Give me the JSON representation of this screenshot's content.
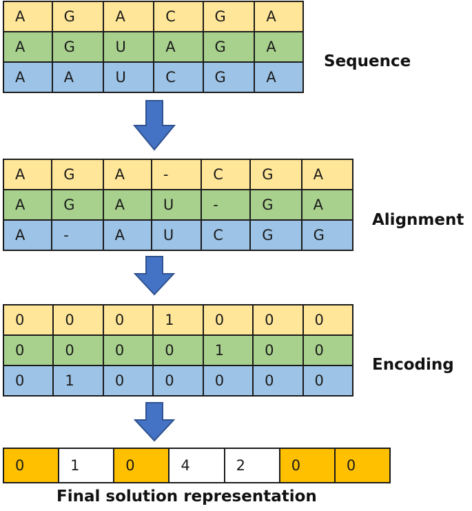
{
  "colors": {
    "yellow": "#ffe699",
    "green": "#a9d18e",
    "blue": "#9dc3e6",
    "arrow": "#4472c4",
    "arrow_border": "#2f528f",
    "highlight": "#ffc000"
  },
  "sequence": {
    "label": "Sequence",
    "rows": [
      [
        "A",
        "G",
        "A",
        "C",
        "G",
        "A"
      ],
      [
        "A",
        "G",
        "U",
        "A",
        "G",
        "A"
      ],
      [
        "A",
        "A",
        "U",
        "C",
        "G",
        "A"
      ]
    ]
  },
  "alignment": {
    "label": "Alignment",
    "rows": [
      [
        "A",
        "G",
        "A",
        "-",
        "C",
        "G",
        "A"
      ],
      [
        "A",
        "G",
        "A",
        "U",
        "-",
        "G",
        "A"
      ],
      [
        "A",
        "-",
        "A",
        "U",
        "C",
        "G",
        "G"
      ]
    ]
  },
  "encoding": {
    "label": "Encoding",
    "rows": [
      [
        "0",
        "0",
        "0",
        "1",
        "0",
        "0",
        "0"
      ],
      [
        "0",
        "0",
        "0",
        "0",
        "1",
        "0",
        "0"
      ],
      [
        "0",
        "1",
        "0",
        "0",
        "0",
        "0",
        "0"
      ]
    ]
  },
  "final": {
    "label": "Final solution representation",
    "cells": [
      {
        "value": "0",
        "highlighted": true
      },
      {
        "value": "1",
        "highlighted": false
      },
      {
        "value": "0",
        "highlighted": true
      },
      {
        "value": "4",
        "highlighted": false
      },
      {
        "value": "2",
        "highlighted": false
      },
      {
        "value": "0",
        "highlighted": true
      },
      {
        "value": "0",
        "highlighted": true
      }
    ]
  },
  "arrows": [
    "down-arrow-icon",
    "down-arrow-icon",
    "down-arrow-icon"
  ]
}
